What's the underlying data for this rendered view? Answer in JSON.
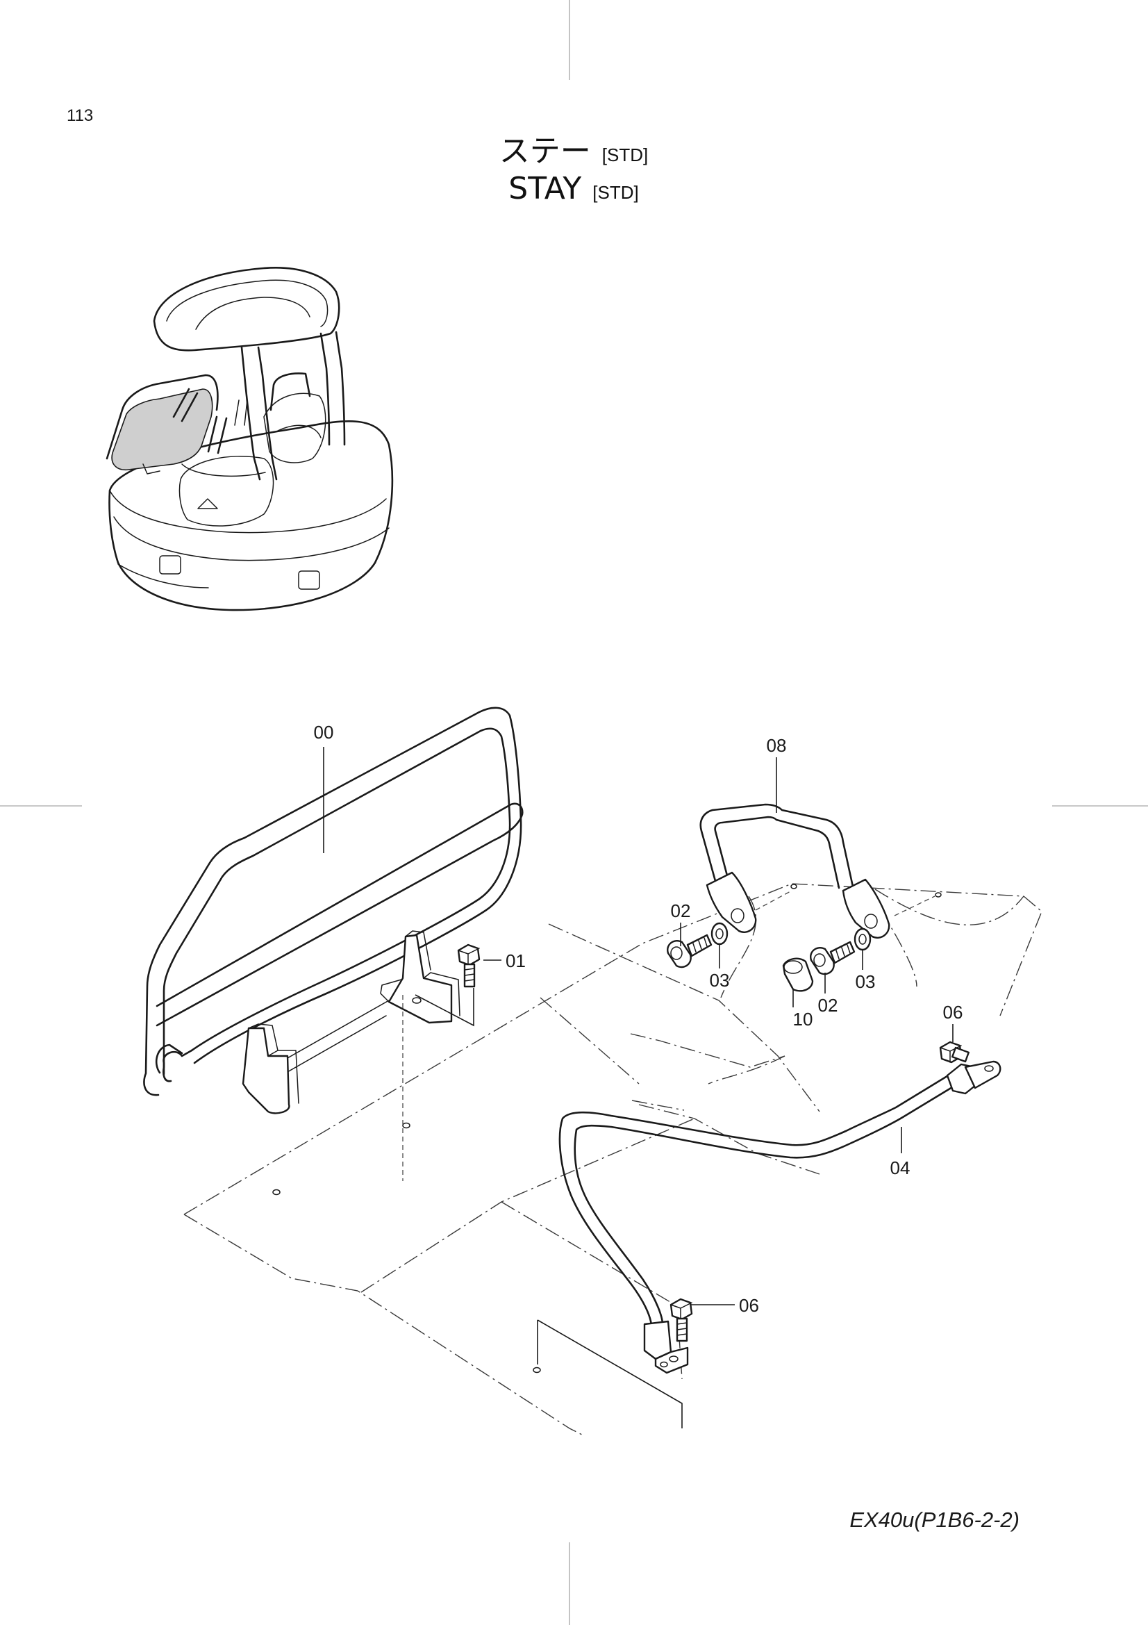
{
  "page_number": "113",
  "title": {
    "jp_main": "ステー",
    "jp_tag": "[STD]",
    "en_main": "STAY",
    "en_tag": "[STD]"
  },
  "model_code": "EX40u(P1B6-2-2)",
  "callouts": {
    "grab_rail": "00",
    "bolt_01": "01",
    "bolt_02a": "02",
    "bolt_02b": "02",
    "washer_03a": "03",
    "washer_03b": "03",
    "stay_04": "04",
    "bolt_06a": "06",
    "bolt_06b": "06",
    "handrail_08": "08",
    "spacer_10": "10"
  }
}
